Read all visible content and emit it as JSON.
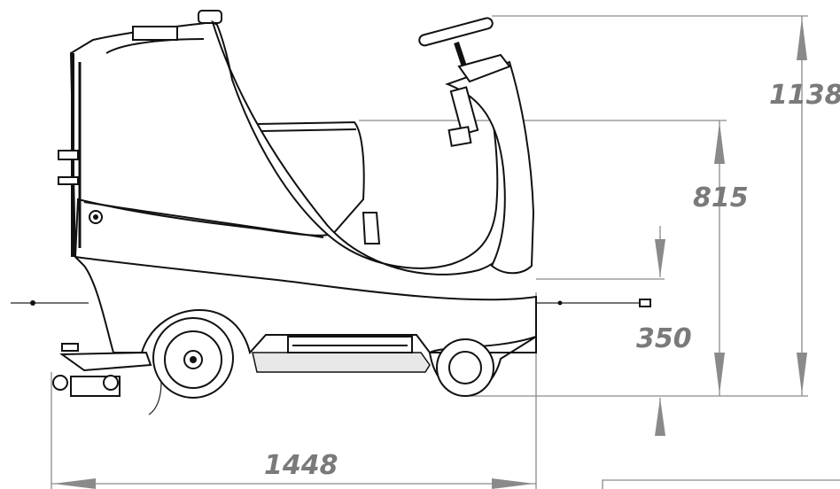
{
  "dimensions": {
    "overall_height": "1138",
    "seat_height": "815",
    "ground_clearance_label": "350",
    "overall_length": "1448"
  },
  "colors": {
    "outline": "#111111",
    "dimension": "#8a8a8a"
  }
}
